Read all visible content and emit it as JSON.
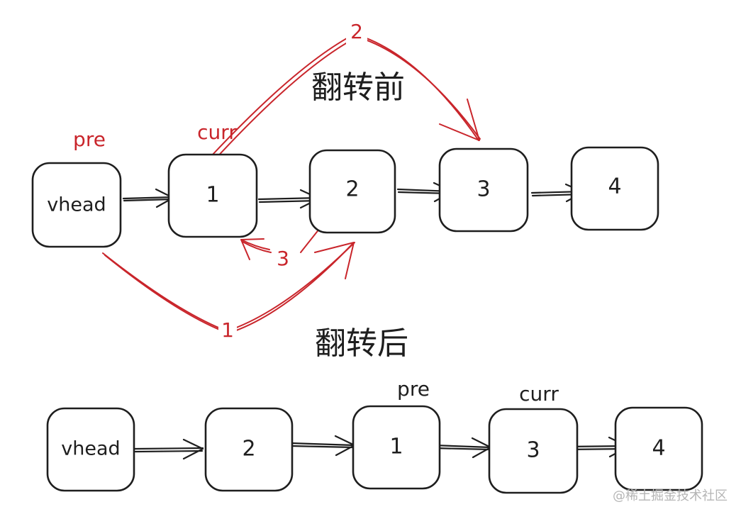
{
  "headings": {
    "before": "翻转前",
    "after": "翻转后"
  },
  "top": {
    "nodes": [
      "vhead",
      "1",
      "2",
      "3",
      "4"
    ],
    "pointer_pre": "pre",
    "pointer_curr": "curr",
    "steps": [
      "1",
      "2",
      "3"
    ]
  },
  "bottom": {
    "nodes": [
      "vhead",
      "2",
      "1",
      "3",
      "4"
    ],
    "pointer_pre": "pre",
    "pointer_curr": "curr"
  },
  "watermark": "@稀土掘金技术社区",
  "colors": {
    "ink": "#1e1e1e",
    "annotation": "#c9252b",
    "watermark": "#b5b5b5"
  }
}
